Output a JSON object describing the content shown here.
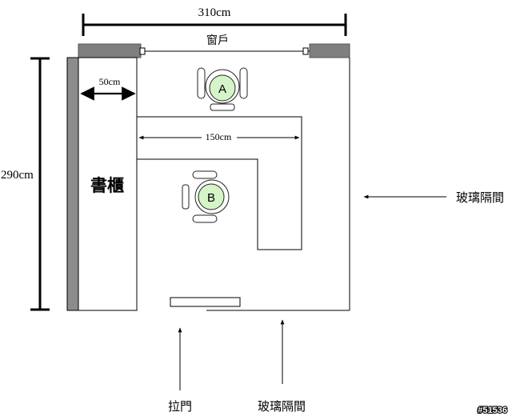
{
  "dimensions": {
    "width_total": "310cm",
    "height_total": "290cm",
    "cabinet_depth": "50cm",
    "desk_length": "150cm"
  },
  "labels": {
    "window": "窗戶",
    "bookcase": "書櫃",
    "glass_partition_right": "玻璃隔間",
    "sliding_door": "拉門",
    "glass_partition_bottom": "玻璃隔間",
    "image_id": "#51536"
  },
  "chairs": [
    {
      "letter": "A"
    },
    {
      "letter": "B"
    }
  ],
  "colors": {
    "line": "#000000",
    "wall_gray": "#8c8c8c",
    "window_block_gray": "#7f7f7f",
    "chair_seat": "#d5f5c8",
    "chair_seat_stroke": "#222222"
  }
}
